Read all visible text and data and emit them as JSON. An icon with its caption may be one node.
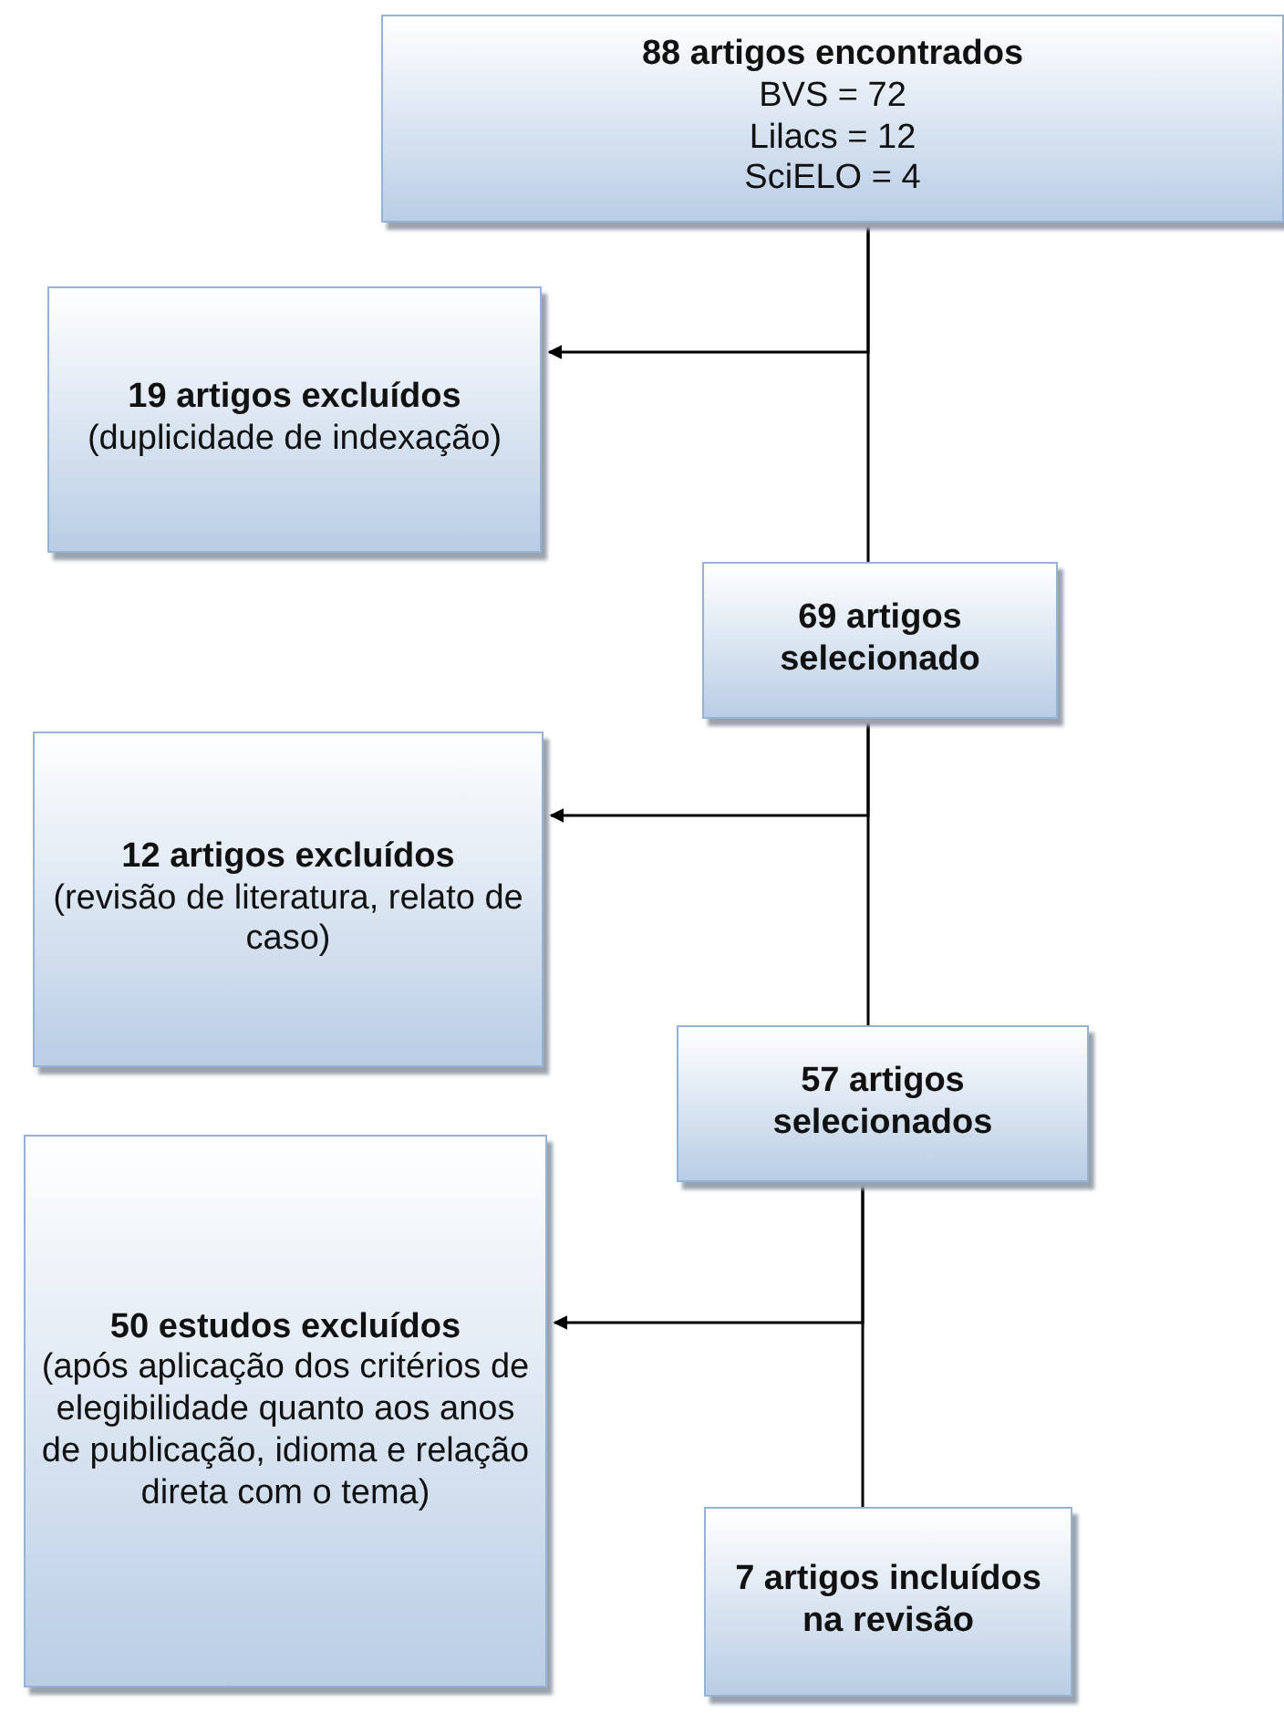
{
  "diagram": {
    "nodes": [
      {
        "text": [
          "88 artigos encontrados",
          "BVS = 72",
          "Lilacs = 12",
          "SciELO = 4"
        ]
      },
      {
        "text": [
          "19 artigos excluídos",
          "(duplicidade de indexação)"
        ]
      },
      {
        "text": [
          "69 artigos selecionado"
        ]
      },
      {
        "text": [
          "12 artigos excluídos",
          "(revisão de literatura, relato de caso)"
        ]
      },
      {
        "text": [
          "57 artigos selecionados"
        ]
      },
      {
        "text": [
          "50 estudos excluídos",
          "(após aplicação dos critérios de elegibilidade quanto aos anos de publicação, idioma e relação direta com o tema)"
        ]
      },
      {
        "text": [
          "7 artigos incluídos na revisão"
        ]
      }
    ],
    "edges": [
      {
        "from": 0,
        "to": 2,
        "arrow": "none"
      },
      {
        "from": 0,
        "to": 1,
        "arrow": "to"
      },
      {
        "from": 2,
        "to": 4,
        "arrow": "none"
      },
      {
        "from": 2,
        "to": 3,
        "arrow": "to"
      },
      {
        "from": 4,
        "to": 6,
        "arrow": "none"
      },
      {
        "from": 4,
        "to": 5,
        "arrow": "to"
      }
    ]
  }
}
